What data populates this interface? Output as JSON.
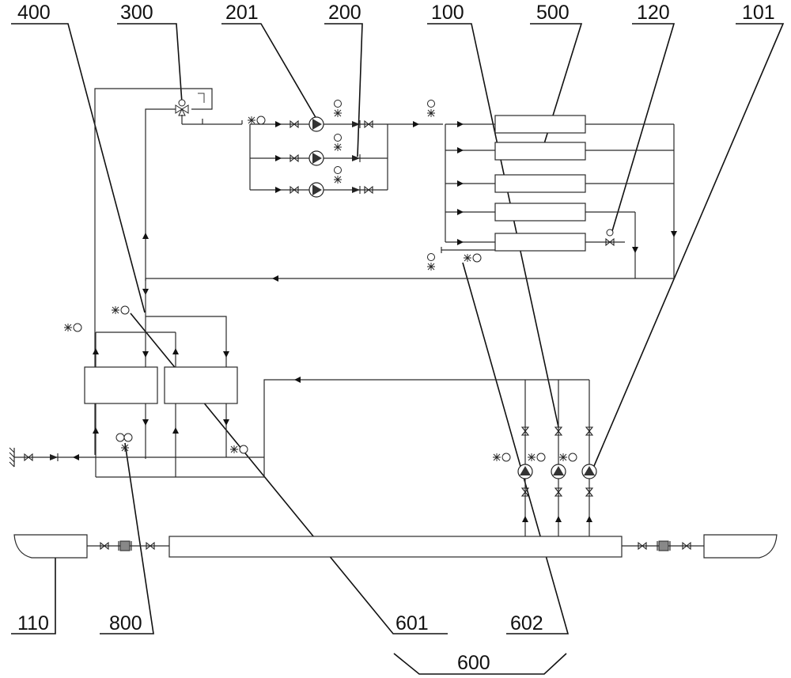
{
  "labels": {
    "l400": "400",
    "l300": "300",
    "l201": "201",
    "l200": "200",
    "l100": "100",
    "l500": "500",
    "l120": "120",
    "l101": "101",
    "l110": "110",
    "l800": "800",
    "l601": "601",
    "l602": "602",
    "l600": "600"
  },
  "colors": {
    "line": "#2a2a2a",
    "pump_fill": "#333333",
    "background": "#ffffff"
  }
}
